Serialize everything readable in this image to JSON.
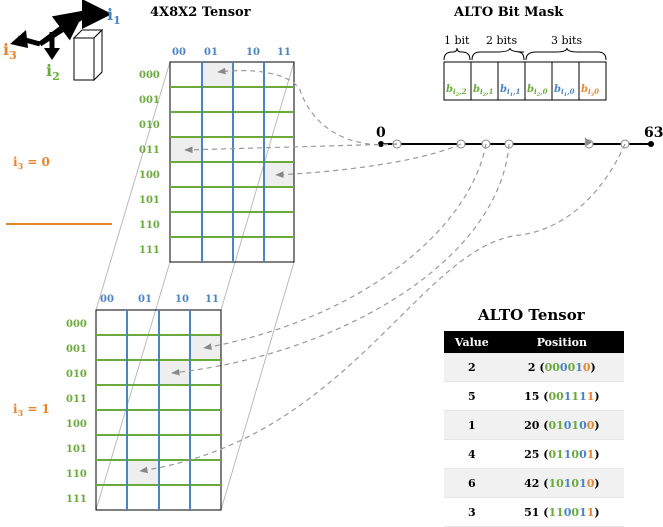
{
  "tensor_title": "4X8X2 Tensor",
  "axes": {
    "i1": "i",
    "i1_sub": "1",
    "i2": "i",
    "i2_sub": "2",
    "i3": "i",
    "i3_sub": "3"
  },
  "slice_labels": {
    "s0": "i",
    "s0_sub": "3",
    "s0_eq": " = 0",
    "s1": "i",
    "s1_sub": "3",
    "s1_eq": " = 1"
  },
  "col_headers": [
    "00",
    "01",
    "10",
    "11"
  ],
  "row_headers": [
    "000",
    "001",
    "010",
    "011",
    "100",
    "101",
    "110",
    "111"
  ],
  "mask": {
    "title": "ALTO Bit Mask",
    "groups": [
      "1 bit",
      "2 bits",
      "3 bits"
    ],
    "cells": [
      {
        "b": "b",
        "sub": "i",
        "subsub": "2",
        "tail": ",2",
        "color": "#6aaa3a"
      },
      {
        "b": "b",
        "sub": "i",
        "subsub": "2",
        "tail": ",1",
        "color": "#6aaa3a"
      },
      {
        "b": "b",
        "sub": "i",
        "subsub": "1",
        "tail": ",1",
        "color": "#4a84c4"
      },
      {
        "b": "b",
        "sub": "i",
        "subsub": "2",
        "tail": ",0",
        "color": "#6aaa3a"
      },
      {
        "b": "b",
        "sub": "i",
        "subsub": "1",
        "tail": ",0",
        "color": "#4a84c4"
      },
      {
        "b": "b",
        "sub": "i",
        "subsub": "3",
        "tail": "0",
        "color": "#e8842c"
      }
    ]
  },
  "line": {
    "start": "0",
    "end": "63"
  },
  "alto_tensor": {
    "title": "ALTO Tensor",
    "headers": [
      "Value",
      "Position"
    ],
    "rows": [
      {
        "value": "2",
        "pos": "2",
        "bits": [
          "0",
          "0",
          "0",
          "0",
          "1",
          "0"
        ]
      },
      {
        "value": "5",
        "pos": "15",
        "bits": [
          "0",
          "0",
          "1",
          "1",
          "1",
          "1"
        ]
      },
      {
        "value": "1",
        "pos": "20",
        "bits": [
          "0",
          "1",
          "0",
          "1",
          "0",
          "0"
        ]
      },
      {
        "value": "4",
        "pos": "25",
        "bits": [
          "0",
          "1",
          "1",
          "0",
          "0",
          "1"
        ]
      },
      {
        "value": "6",
        "pos": "42",
        "bits": [
          "1",
          "0",
          "1",
          "0",
          "1",
          "0"
        ]
      },
      {
        "value": "3",
        "pos": "51",
        "bits": [
          "1",
          "1",
          "0",
          "0",
          "1",
          "1"
        ]
      }
    ]
  },
  "bit_colors": [
    "#6aaa3a",
    "#6aaa3a",
    "#4a84c4",
    "#6aaa3a",
    "#4a84c4",
    "#e8842c"
  ]
}
